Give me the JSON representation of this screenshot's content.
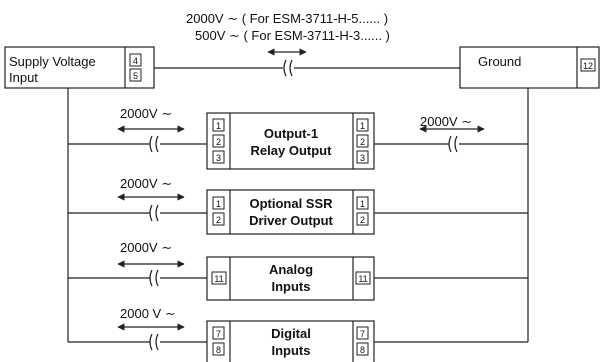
{
  "top_notes": {
    "line1": "2000V ∼ ( For ESM-3711-H-5......  )",
    "line2": "500V ∼ ( For ESM-3711-H-3......  )"
  },
  "supply": {
    "label_line1": "Supply Voltage",
    "label_line2": "Input",
    "pins": [
      "4",
      "5"
    ]
  },
  "ground": {
    "label": "Ground",
    "pin": "12"
  },
  "isolation_labels": {
    "output1_left": "2000V ∼",
    "output1_right": "2000V ∼",
    "ssr": "2000V ∼",
    "analog": "2000V ∼",
    "digital": "2000 V ∼"
  },
  "modules": {
    "output1": {
      "line1": "Output-1",
      "line2": "Relay Output",
      "pins_left": [
        "1",
        "2",
        "3"
      ],
      "pins_right": [
        "1",
        "2",
        "3"
      ]
    },
    "ssr": {
      "line1": "Optional SSR",
      "line2": "Driver Output",
      "pins_left": [
        "1",
        "2"
      ],
      "pins_right": [
        "1",
        "2"
      ]
    },
    "analog": {
      "line1": "Analog",
      "line2": "Inputs",
      "pins_left": [
        "11"
      ],
      "pins_right": [
        "11"
      ]
    },
    "digital": {
      "line1": "Digital",
      "line2": "Inputs",
      "pins_left": [
        "7",
        "8"
      ],
      "pins_right": [
        "7",
        "8"
      ]
    }
  }
}
